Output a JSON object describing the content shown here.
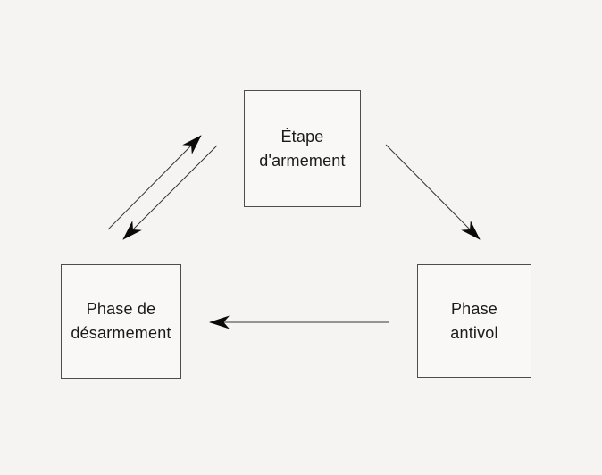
{
  "diagram": {
    "nodes": {
      "armement": {
        "id": "armement",
        "line1": "Étape",
        "line2": "d'armement"
      },
      "desarmement": {
        "id": "desarmement",
        "line1": "Phase de",
        "line2": "désarmement"
      },
      "antivol": {
        "id": "antivol",
        "line1": "Phase",
        "line2": "antivol"
      }
    },
    "edges": [
      {
        "from": "desarmement",
        "to": "armement",
        "style": "arrow"
      },
      {
        "from": "armement",
        "to": "desarmement",
        "style": "arrow"
      },
      {
        "from": "armement",
        "to": "antivol",
        "style": "arrow"
      },
      {
        "from": "antivol",
        "to": "desarmement",
        "style": "arrow"
      }
    ]
  },
  "colors": {
    "background": "#f5f4f2",
    "node_fill": "#f9f8f7",
    "node_border": "#4d4d4d",
    "arrow": "#333333",
    "arrowhead": "#0a0a0a",
    "text": "#1a1a1a"
  }
}
